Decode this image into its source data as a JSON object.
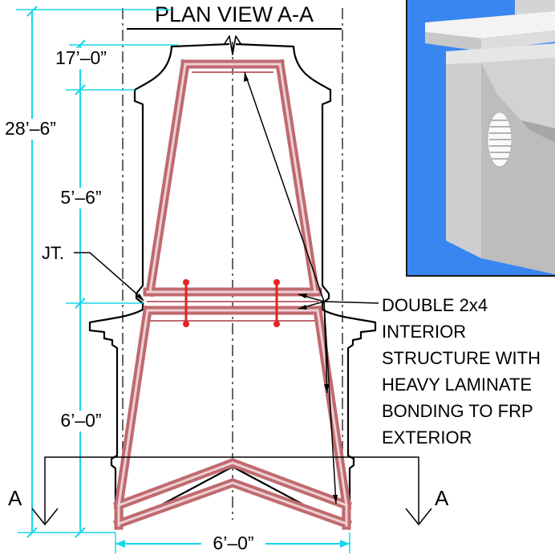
{
  "title": "PLAN VIEW A-A",
  "dimensions": {
    "total_height": "28’–6”",
    "top_height": "17’–0”",
    "mid_height": "5’–6”",
    "lower_height": "6’–0”",
    "base_width": "6’–0”"
  },
  "labels": {
    "joint": "JT.",
    "section_left": "A",
    "section_right": "A"
  },
  "note_lines": [
    "DOUBLE 2x4",
    "INTERIOR",
    "STRUCTURE WITH",
    "HEAVY LAMINATE",
    "BONDING TO FRP",
    "EXTERIOR"
  ],
  "colors": {
    "dimension": "#19d6ea",
    "frame": "#c06a70",
    "frame_light": "#ecd1d3",
    "joint_marks": "#e8231d",
    "outline": "#000000",
    "render_background": "#3a86f0"
  }
}
